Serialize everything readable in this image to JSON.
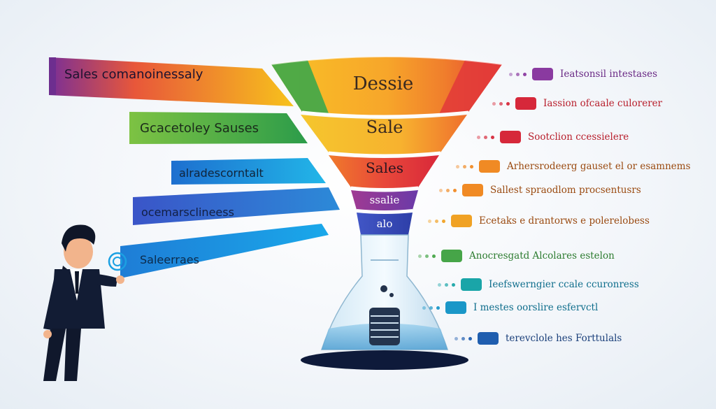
{
  "left_banners": [
    {
      "text": "Sales  comanoinessaly",
      "color": "#6b2f93",
      "color2": "#f5b51d"
    },
    {
      "text": "Gcacetoley Sauses",
      "color": "#6fbe44",
      "color2": "#2a9d4b"
    },
    {
      "text": "alradescorntalt",
      "color": "#2e8bd8",
      "color2": "#1fb3e6"
    },
    {
      "text": "ocemarsclineess",
      "color": "#3a57c9",
      "color2": "#2e8bd8"
    },
    {
      "text": "Saleerraes",
      "color": "#1b84d8",
      "color2": "#1fa7e8"
    }
  ],
  "funnel": [
    {
      "label": "Dessie",
      "color": "#f6a623"
    },
    {
      "label": "Sale",
      "color": "#f2c12e"
    },
    {
      "label": "Sales",
      "color": "#e8412f"
    },
    {
      "label": "ssalie",
      "color": "#7a3ca6"
    },
    {
      "label": "alo",
      "color": "#3a4fc0"
    }
  ],
  "right_items": [
    {
      "text": "Ieatsonsil intestases",
      "color": "#8a3aa0"
    },
    {
      "text": "Iassion ofcaale culorerer",
      "color": "#d6283a"
    },
    {
      "text": "Sootclion ccessielere",
      "color": "#d6283a"
    },
    {
      "text": "Arhersrodeerg gauset el or esamnems",
      "color": "#f08a24"
    },
    {
      "text": "Sallest spraodlom procsentusrs",
      "color": "#f08a24"
    },
    {
      "text": "Ecetaks e drantorws e polerelobess",
      "color": "#f0a224"
    },
    {
      "text": "Anocresgatd Alcolares estelon",
      "color": "#46a548"
    },
    {
      "text": "Ieefswerngier ccale ccuronress",
      "color": "#1aa5a8"
    },
    {
      "text": "I mestes oorslire esfervctl",
      "color": "#1a97c8"
    },
    {
      "text": "terevclole hes Forttulals",
      "color": "#1f5eaf"
    }
  ]
}
